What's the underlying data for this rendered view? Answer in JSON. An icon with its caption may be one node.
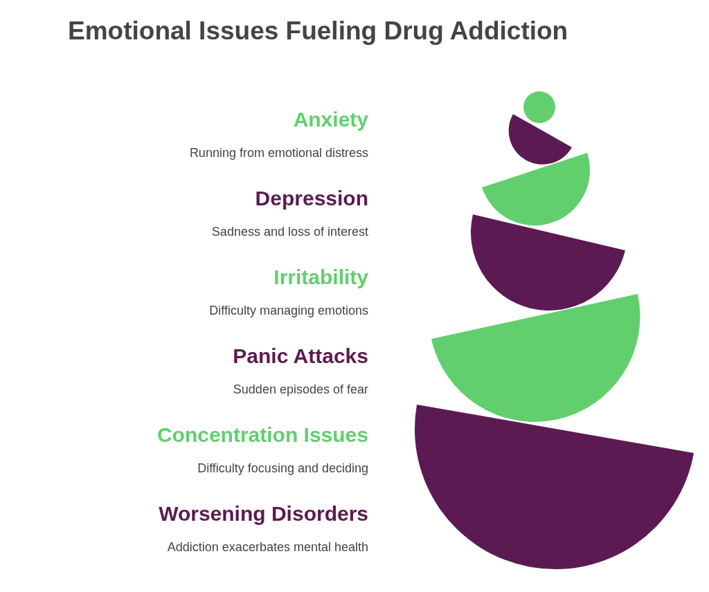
{
  "diagram": {
    "title": "Emotional Issues Fueling Drug Addiction",
    "labels": [
      "Anxiety",
      "Running from emotional distress",
      "Depression",
      "Sadness and loss of interest",
      "Irritability",
      "Difficulty managing emotions",
      "Panic Attacks",
      "Sudden episodes of fear",
      "Concentration Issues",
      "Difficulty focusing and deciding",
      "Worsening Disorders",
      "Addiction exacerbates mental health"
    ]
  }
}
